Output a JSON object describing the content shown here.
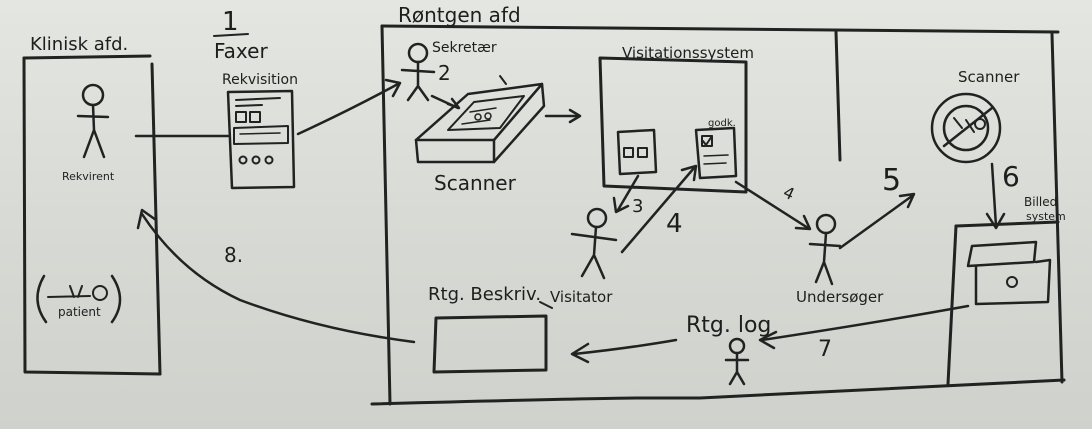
{
  "diagram": {
    "labels": {
      "klinisk": "Klinisk afd.",
      "rekvirent": "Rekvirent",
      "patient": "patient",
      "step1": "1",
      "faxer": "Faxer",
      "rekvisition": "Rekvisition",
      "rontgen": "Røntgen afd",
      "sekretar": "Sekretær",
      "step2": "2",
      "scanner_doc": "Scanner",
      "visitation": "Visitationssystem",
      "godk": "godk.",
      "step3": "3",
      "step4": "4",
      "visitator": "Visitator",
      "step4b": "4",
      "step5": "5",
      "undersoger": "Undersøger",
      "scanner_machine": "Scanner",
      "step6": "6",
      "billed": "Billed",
      "system": "system",
      "step7": "7",
      "rtg_log": "Rtg. log",
      "rtg_beskriv": "Rtg. Beskriv.",
      "step8": "8."
    }
  }
}
